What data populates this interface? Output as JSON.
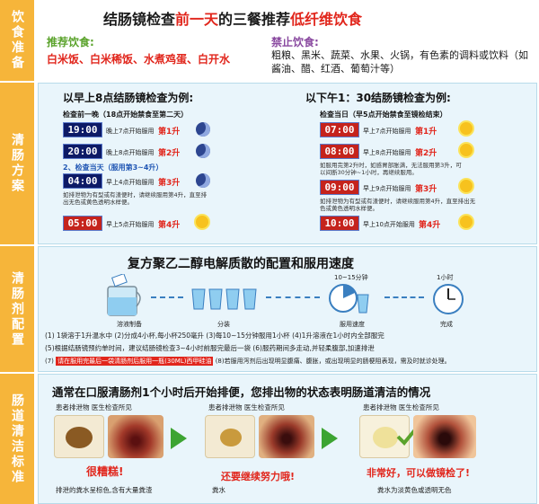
{
  "section1": {
    "sidebar": "饮食准备",
    "title_a": "结肠镜检查",
    "title_b": "前一天",
    "title_c": "的三餐推荐",
    "title_d": "低纤维饮食",
    "recommend_label": "推荐饮食:",
    "recommend_items": "白米饭、白米稀饭、水煮鸡蛋、白开水",
    "forbid_label": "禁止饮食:",
    "forbid_items": "粗粮、黑米、蔬菜、水果、火锅，有色素的调料或饮料（如酱油、醋、红酒、葡萄汁等）"
  },
  "section2": {
    "sidebar": "清肠方案",
    "left_title": "以早上8点结肠镜检查为例:",
    "right_title": "以下午1：30结肠镜检查为例:",
    "left_sub1": "检查前一晚（18点开始禁食至第二天）",
    "left_sub2": "2、检查当天（服用第3~4升）",
    "right_sub1": "检查当日（早5点开始禁食至镜检结束）",
    "l1_time": "19:00",
    "l1_text": "晚上7点开始服用",
    "l1_cup": "第1升",
    "l2_time": "20:00",
    "l2_text": "晚上8点开始服用",
    "l2_cup": "第2升",
    "l3_time": "04:00",
    "l3_text": "早上4点开始服用",
    "l3_cup": "第3升",
    "l3_note": "如排泄物为有型或有渣便时，请继续服用第4升，直至排出无色或黄色透明水样便。",
    "l4_time": "05:00",
    "l4_text": "早上5点开始服用",
    "l4_cup": "第4升",
    "r1_time": "07:00",
    "r1_text": "早上7点开始服用",
    "r1_cup": "第1升",
    "r2_time": "08:00",
    "r2_text": "早上8点开始服用",
    "r2_cup": "第2升",
    "r2_note": "如服用完第2升时，如感胃部胀满，无法服用第3升，可以间断30分钟~1小时，再继续服用。",
    "r3_time": "09:00",
    "r3_text": "早上9点开始服用",
    "r3_cup": "第3升",
    "r3_note": "如排泄物为有型或有渣便时，请继续服用第4升，直至排出无色或黄色透明水样便。",
    "r4_time": "10:00",
    "r4_text": "早上10点开始服用",
    "r4_cup": "第4升"
  },
  "section3": {
    "sidebar": "清肠剂配置",
    "title": "复方聚乙二醇电解质散的配置和服用速度",
    "cap1": "溶液制备",
    "cap2": "分装",
    "cap3": "服用速度",
    "cap4": "完成",
    "timer_label": "10~15分钟",
    "clock_label": "1小时",
    "steps1": "(1) 1袋溶于1升温水中 (2)分成4小杯,每小杯250毫升 (3)每10~15分钟服用1小杯 (4)1升溶液在1小时内全部服完",
    "steps2": "(5)根据结肠镜预约单时间，建议结肠镜检查3~4小时前服完最后一袋 (6)服药期间多走动,并轻柔腹部,加速排泄",
    "steps3_a": "(7)",
    "steps3_b": "请在服用完最后一袋清肠剂后服用一瓶(30ML)西甲硅油",
    "steps3_c": "(8)若服用泻剂后出现明显腹痛、腹胀，或出现明显的肠梗阻表现，需及时就诊处理。"
  },
  "section4": {
    "sidebar": "肠道清洁标准",
    "title": "通常在口服清肠剂1个小时后开始排便，您排出物的状态表明肠道清洁的情况",
    "panel_label": "患者排泄物  医生检查所见",
    "verdict1": "很糟糕!",
    "verdict2": "还要继续努力哦!",
    "verdict3": "非常好，可以做镜检了!",
    "desc1": "排泄的粪水呈棕色,含有大量粪渣",
    "desc2": "粪水",
    "desc3": "粪水为淡黄色或透明无色"
  },
  "colors": {
    "orange": "#f6b53a",
    "red": "#e1261c",
    "green": "#5ba32c",
    "purple": "#8a4aa0",
    "clock_blue": "#0d1a66",
    "clock_red": "#c5231c"
  }
}
